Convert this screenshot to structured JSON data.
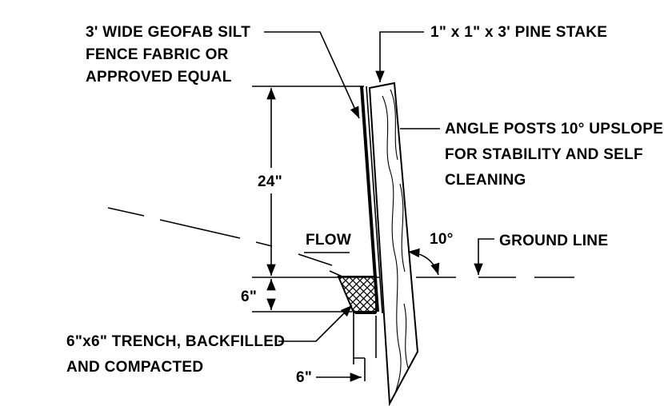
{
  "labels": {
    "fabric_line1": "3' WIDE GEOFAB SILT",
    "fabric_line2": "FENCE FABRIC OR",
    "fabric_line3": "APPROVED EQUAL",
    "stake": "1\" x 1\" x 3' PINE STAKE",
    "angle_line1": "ANGLE POSTS 10° UPSLOPE",
    "angle_line2": "FOR STABILITY AND SELF",
    "angle_line3": "CLEANING",
    "height_dim": "24\"",
    "flow": "FLOW",
    "angle_value": "10°",
    "ground_line": "GROUND LINE",
    "depth_dim": "6\"",
    "trench_line1": "6\"x6\" TRENCH, BACKFILLED",
    "trench_line2": "AND COMPACTED",
    "width_dim": "6\""
  }
}
